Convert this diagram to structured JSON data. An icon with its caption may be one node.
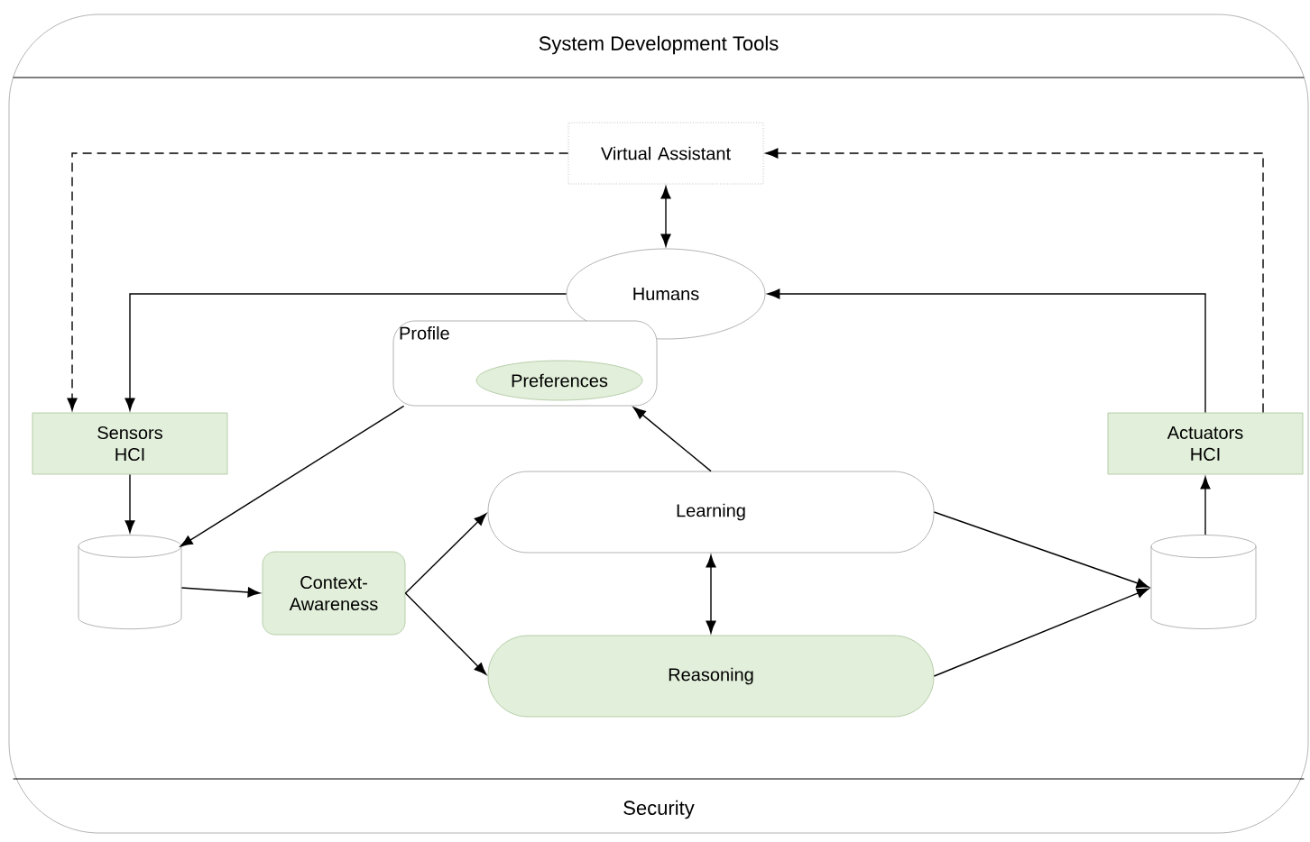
{
  "diagram": {
    "nodes": [
      {
        "text": [
          "System Development Tools",
          "Security"
        ]
      },
      {
        "text": [
          "Virtual Assistant"
        ],
        "in": 0
      },
      {
        "text": [
          "Humans"
        ],
        "in": 0
      },
      {
        "text": [
          "Profile"
        ],
        "in": 0
      },
      {
        "text": [
          "Preferences"
        ],
        "in": 3
      },
      {
        "text": [
          "Sensors HCI"
        ],
        "in": 0
      },
      {
        "text": [
          "Actuators HCI"
        ],
        "in": 0
      },
      {
        "text": [
          "Learning"
        ],
        "in": 0
      },
      {
        "text": [],
        "shape": "cylinder",
        "in": 0
      },
      {
        "text": [
          "Context-Awareness"
        ],
        "in": 0
      },
      {
        "text": [
          "Reasoning"
        ],
        "in": 0
      },
      {
        "text": [],
        "shape": "cylinder",
        "in": 0
      }
    ],
    "edges": [
      {
        "from": 1,
        "to": 5,
        "arrow": "to",
        "style": "dashed"
      },
      {
        "from": 6,
        "to": 1,
        "arrow": "to",
        "style": "dashed"
      },
      {
        "from": 1,
        "to": 2,
        "arrow": "both"
      },
      {
        "from": 2,
        "to": 5,
        "arrow": "to"
      },
      {
        "from": 6,
        "to": 2,
        "arrow": "to"
      },
      {
        "from": 5,
        "to": 8,
        "arrow": "to"
      },
      {
        "from": 3,
        "to": 8,
        "arrow": "to"
      },
      {
        "from": 7,
        "to": 3,
        "arrow": "to"
      },
      {
        "from": 8,
        "to": 9,
        "arrow": "to"
      },
      {
        "from": 9,
        "to": 7,
        "arrow": "to"
      },
      {
        "from": 9,
        "to": 10,
        "arrow": "to"
      },
      {
        "from": 7,
        "to": 10,
        "arrow": "both"
      },
      {
        "from": 7,
        "to": 11,
        "arrow": "to"
      },
      {
        "from": 10,
        "to": 11,
        "arrow": "to"
      },
      {
        "from": 11,
        "to": 6,
        "arrow": "to"
      }
    ]
  }
}
